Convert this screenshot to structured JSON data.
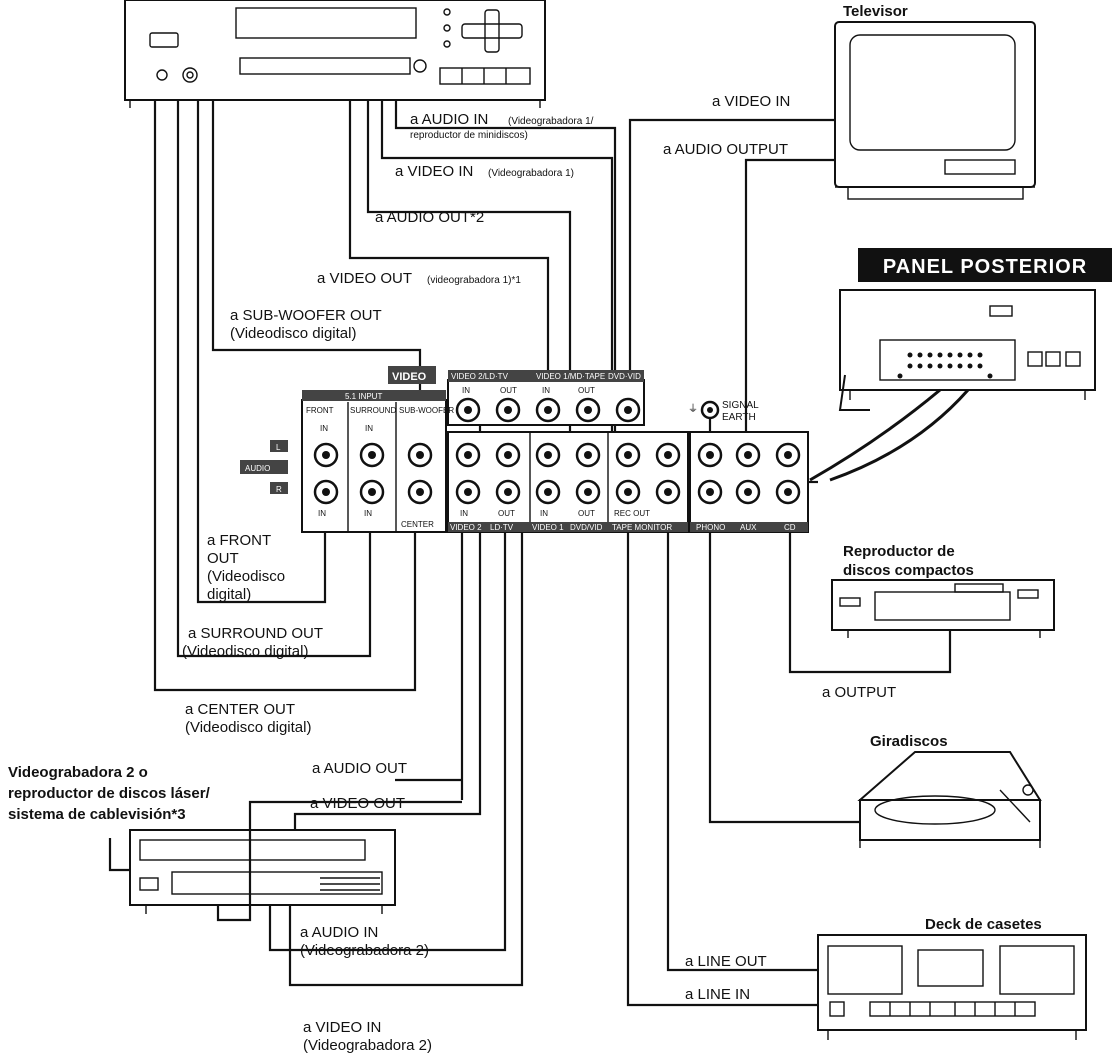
{
  "panel_title": "PANEL POSTERIOR",
  "devices": {
    "tv": "Televisor",
    "cd": [
      "Reproductor de",
      "discos compactos"
    ],
    "turntable": "Giradiscos",
    "cassette": "Deck de casetes",
    "vcr2": [
      "Videograbadora 2 o",
      "reproductor de discos láser/",
      "sistema de cablevisión*3"
    ]
  },
  "connections": {
    "audio_in_vcr1_a": "a AUDIO IN",
    "audio_in_vcr1_b": "(Videograbadora 1/",
    "audio_in_vcr1_c": "reproductor de minidiscos)",
    "video_in_vcr1_a": "a VIDEO IN",
    "video_in_vcr1_b": "(Videograbadora 1)",
    "audio_out_2": "a AUDIO OUT*2",
    "video_out_vcr1_a": "a VIDEO OUT",
    "video_out_vcr1_b": "(videograbadora 1)*1",
    "subwoofer_a": "a SUB-WOOFER OUT",
    "subwoofer_b": "(Videodisco digital)",
    "tv_video_in": "a VIDEO IN",
    "tv_audio_output": "a AUDIO OUTPUT",
    "front_out": [
      "a FRONT",
      "OUT",
      "(Videodisco",
      "digital)"
    ],
    "surround_out_a": "a SURROUND OUT",
    "surround_out_b": "(Videodisco digital)",
    "center_out_a": "a CENTER OUT",
    "center_out_b": "(Videodisco digital)",
    "vcr2_audio_out": "a AUDIO OUT",
    "vcr2_video_out": "a VIDEO OUT",
    "vcr2_audio_in_a": "a AUDIO IN",
    "vcr2_audio_in_b": "(Videograbadora 2)",
    "vcr2_video_in_a": "a VIDEO IN",
    "vcr2_video_in_b": "(Videograbadora 2)",
    "cd_output": "a OUTPUT",
    "line_out": "a LINE OUT",
    "line_in": "a LINE IN"
  },
  "panel": {
    "video_tag": "VIDEO",
    "input_51": "5.1 INPUT",
    "front": "FRONT",
    "surround": "SURROUND",
    "subwoofer": "SUB-WOOFER",
    "in": "IN",
    "out": "OUT",
    "center": "CENTER",
    "audio_tag": "AUDIO",
    "l_tag": "L",
    "r_tag": "R",
    "video2_ld_tv": "VIDEO 2/LD·TV",
    "video1_md": "VIDEO 1/MD·TAPE",
    "dvd_vid": "DVD·VID",
    "rec_out": "REC OUT",
    "signal_earth_a": "SIGNAL",
    "signal_earth_b": "EARTH",
    "video2_bottom": "VIDEO 2",
    "ldtv_bottom": "LD·TV",
    "video1_bottom": "VIDEO 1",
    "dvdvid_bottom": "DVD/VID",
    "tape_monitor": "TAPE MONITOR",
    "phono": "PHONO",
    "aux": "AUX",
    "cd": "CD"
  }
}
